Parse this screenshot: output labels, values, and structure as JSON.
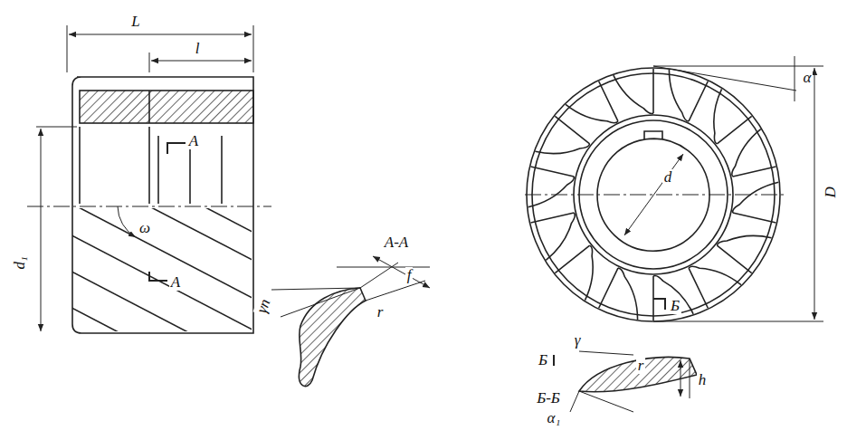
{
  "diagram": {
    "labels": [
      "L",
      "l",
      "d₁",
      "ω",
      "A",
      "A",
      "A-A",
      "γn",
      "f",
      "r",
      "α",
      "D",
      "d",
      "Б",
      "Б",
      "Б-Б",
      "γ",
      "r",
      "h",
      "α₁"
    ]
  }
}
